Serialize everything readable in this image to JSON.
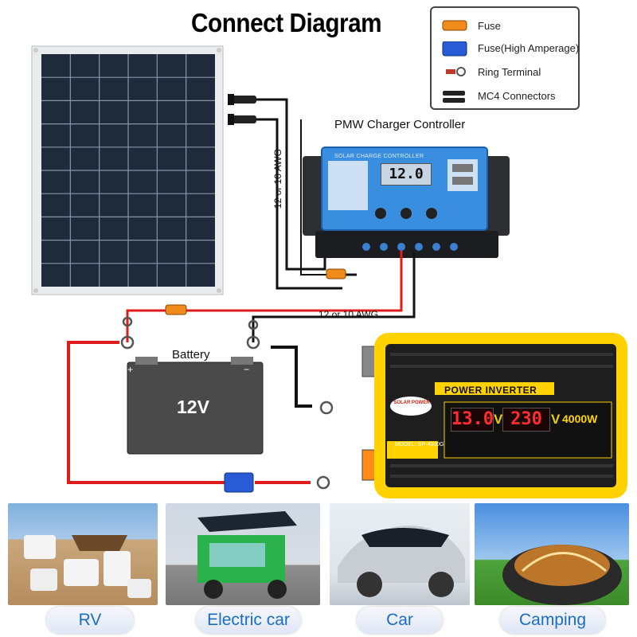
{
  "title": "Connect Diagram",
  "legend": {
    "items": [
      {
        "icon": "fuse-icon",
        "label": "Fuse",
        "color": "#f08a1c"
      },
      {
        "icon": "high-amperage-fuse-icon",
        "label": "Fuse(High Amperage)",
        "color": "#2a5bd6"
      },
      {
        "icon": "ring-terminal-icon",
        "label": "Ring Terminal",
        "color": "#c0392b"
      },
      {
        "icon": "mc4-connector-icon",
        "label": "MC4 Connectors",
        "color": "#222222"
      }
    ]
  },
  "controller": {
    "label": "PMW Charger Controller",
    "header": "SOLAR CHARGE CONTROLLER",
    "display": "12.0"
  },
  "wire_gauge_labels": [
    "12 or 10 AWG",
    "12 or 10 AWG"
  ],
  "battery": {
    "label": "Battery",
    "voltage": "12V"
  },
  "inverter": {
    "title": "POWER INVERTER",
    "brand": "SOLAR POWER",
    "input_reading": "13.0",
    "input_unit": "V",
    "output_reading": "230",
    "output_unit": "V",
    "wattage": "4000W",
    "model": "MODEL: SP-4000G"
  },
  "applications": [
    {
      "label": "RV",
      "icon": "rv-photo"
    },
    {
      "label": "Electric car",
      "icon": "electric-tricycle-photo"
    },
    {
      "label": "Car",
      "icon": "car-photo"
    },
    {
      "label": "Camping",
      "icon": "tent-photo"
    }
  ],
  "colors": {
    "positive_wire": "#e01b1b",
    "negative_wire": "#111111",
    "controller_blue": "#2c7fd6",
    "inverter_yellow": "#ffd200",
    "app_label_text": "#1a6ec7"
  }
}
